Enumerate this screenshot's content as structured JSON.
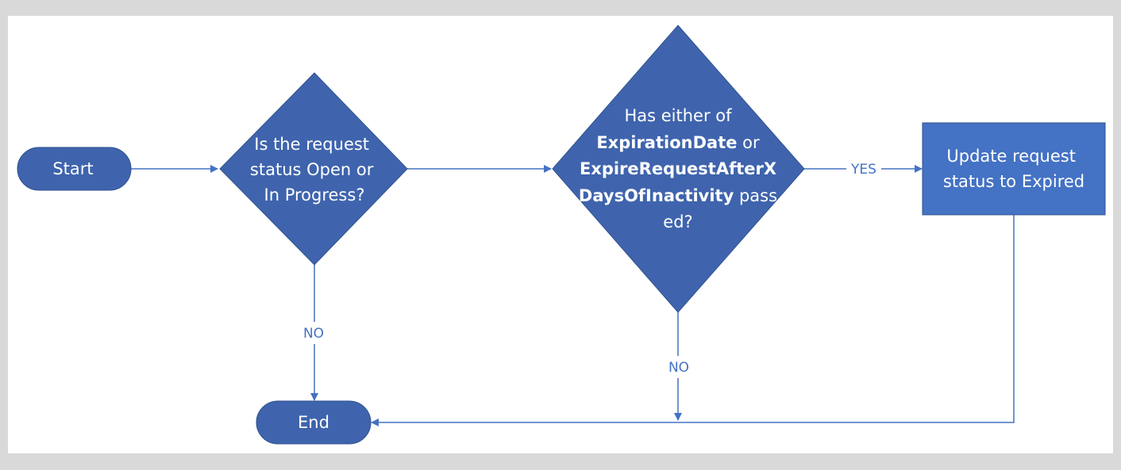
{
  "colors": {
    "shape_fill": "#3f64ad",
    "process_fill": "#4472c4",
    "connector": "#4472c4",
    "label_text": "#4472c4",
    "background": "#ffffff",
    "frame": "#d9d9d9"
  },
  "nodes": {
    "start": {
      "label": "Start"
    },
    "end": {
      "label": "End"
    },
    "decision1": {
      "line1": "Is the request",
      "line2": "status Open or",
      "line3": "In Progress?"
    },
    "decision2": {
      "line1": "Has either of",
      "line2_bold": "ExpirationDate",
      "line2_rest": " or",
      "line3_bold": "ExpireRequestAfterX",
      "line4_bold": "DaysOfInactivity",
      "line4_rest": " pass",
      "line5": "ed?"
    },
    "process": {
      "line1": "Update request",
      "line2": "status to Expired"
    }
  },
  "edges": {
    "no1": "NO",
    "no2": "NO",
    "yes": "YES"
  }
}
